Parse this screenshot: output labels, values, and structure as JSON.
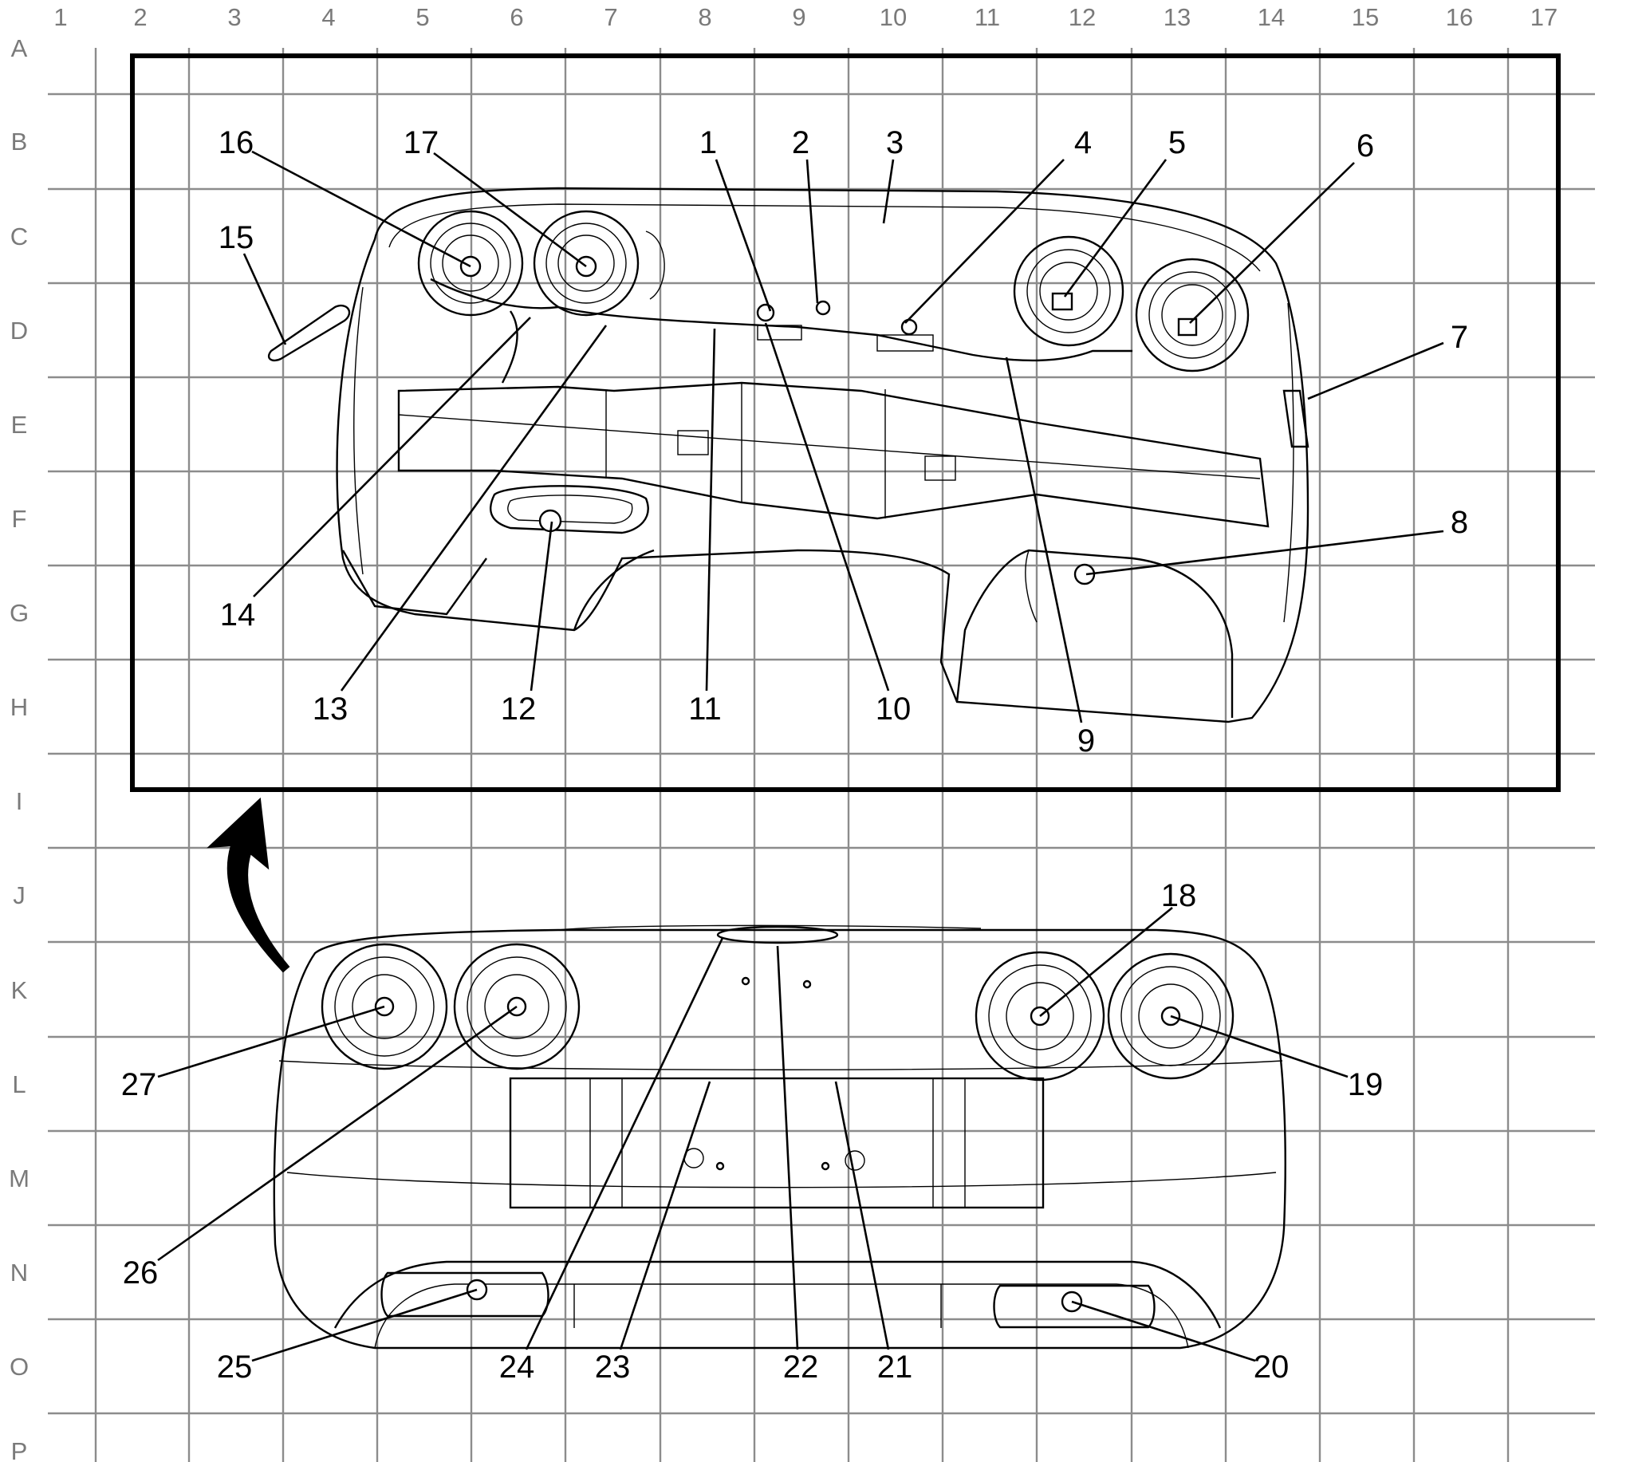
{
  "grid": {
    "columns": [
      "1",
      "2",
      "3",
      "4",
      "5",
      "6",
      "7",
      "8",
      "9",
      "10",
      "11",
      "12",
      "13",
      "14",
      "15",
      "16",
      "17"
    ],
    "rows": [
      "A",
      "B",
      "C",
      "D",
      "E",
      "F",
      "G",
      "H",
      "I",
      "J",
      "K",
      "L",
      "M",
      "N",
      "O",
      "P"
    ]
  },
  "callouts": [
    "1",
    "2",
    "3",
    "4",
    "5",
    "6",
    "7",
    "8",
    "9",
    "10",
    "11",
    "12",
    "13",
    "14",
    "15",
    "16",
    "17",
    "18",
    "19",
    "20",
    "21",
    "22",
    "23",
    "24",
    "25",
    "26",
    "27"
  ],
  "colors": {
    "ink": "#000000",
    "grid": "#8c8c8c",
    "grid_label": "#7a7a7a",
    "background": "#ffffff"
  }
}
